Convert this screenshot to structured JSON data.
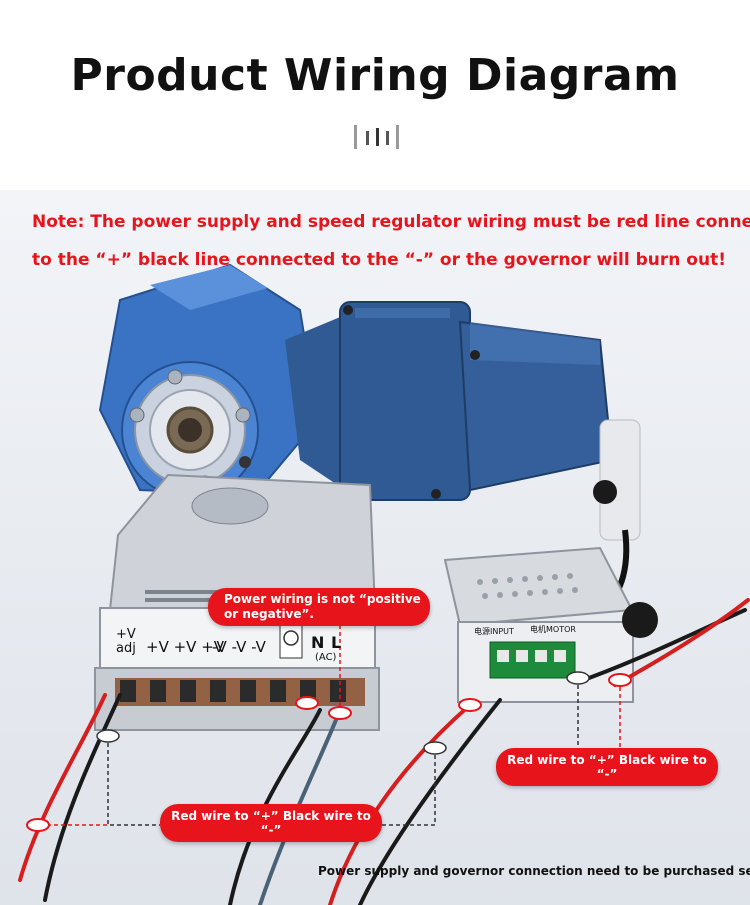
{
  "header": {
    "title": "Product Wiring Diagram"
  },
  "note": {
    "line1": "Note: The power supply and speed regulator wiring must be red line connected",
    "line2": "to the “+”  black line connected to the “-”  or the governor will burn out!"
  },
  "terminal_labels": {
    "vadj_top": "+V",
    "vadj_bottom": "adj",
    "v_plus": "+V +V +V",
    "v_minus": "-V -V -V",
    "n": "N",
    "l": "L",
    "ac": "(AC)"
  },
  "governor_labels": {
    "input": "电源INPUT",
    "motor": "电机MOTOR"
  },
  "callouts": {
    "power_line1": "Power wiring is not “positive",
    "power_line2": "or negative”.",
    "governor_wire": "Red wire to “+” Black wire to “-”",
    "supply_wire": "Red wire to “+” Black wire to “-”"
  },
  "footnote": "Power supply and governor connection need to be purchased separately",
  "colors": {
    "accent_red": "#e8141b",
    "motor_blue": "#2f5a93",
    "gearbox_blue": "#3b73c4",
    "title_black": "#111111"
  }
}
